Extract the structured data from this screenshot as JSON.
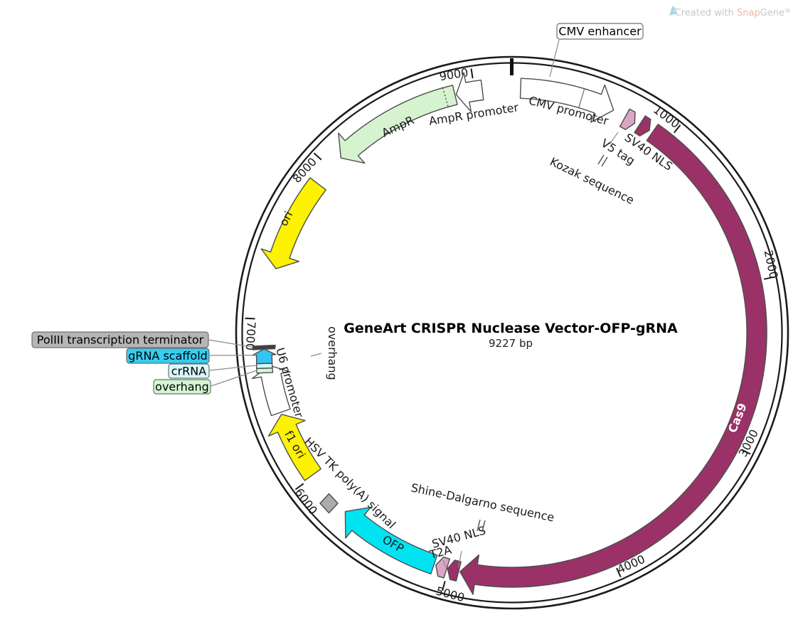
{
  "watermark": {
    "created_with": "Created with ",
    "brand_snap": "Snap",
    "brand_gene": "Gene",
    "registered": "®",
    "icon_color": "#a9d7ea",
    "snap_color": "#f2b3ab",
    "gray_color": "#c4c9cf"
  },
  "plasmid": {
    "title": "GeneArt CRISPR Nuclease Vector-OFP-gRNA",
    "size_label": "9227 bp"
  },
  "ticks": [
    "1000",
    "2000",
    "3000",
    "4000",
    "5000",
    "6000",
    "7000",
    "8000",
    "9000"
  ],
  "features": {
    "cmv_enhancer": {
      "label": "CMV enhancer",
      "color": "#ffffff"
    },
    "cmv_promoter": {
      "label": "CMV promoter",
      "color": "#ffffff"
    },
    "v5_tag": {
      "label": "V5 tag",
      "color": "#dba6c4"
    },
    "sv40_nls": {
      "label": "SV40 NLS",
      "color": "#9a3268"
    },
    "kozak": {
      "label": "Kozak sequence"
    },
    "cas9": {
      "label": "Cas9",
      "color": "#9a3268"
    },
    "t2a": {
      "label": "T2A",
      "color": "#dba6c4"
    },
    "ofp": {
      "label": "OFP",
      "color": "#00e4f2"
    },
    "hsv_tk_polya": {
      "label": "HSV TK poly(A) signal",
      "color": "#ababab"
    },
    "shine_dalgarno": {
      "label": "Shine-Dalgarno sequence"
    },
    "f1_ori": {
      "label": "f1 ori",
      "color": "#fdf200"
    },
    "u6_promoter": {
      "label": "U6 promoter",
      "color": "#ffffff"
    },
    "overhang": {
      "label": "overhang",
      "color": "#d4f7d4"
    },
    "crrna": {
      "label": "crRNA",
      "color": "#d6f7fb"
    },
    "grna_scaffold": {
      "label": "gRNA scaffold",
      "color": "#32c5f0"
    },
    "poliii_terminator": {
      "label": "PolIII transcription terminator",
      "color": "#3f3f3f"
    },
    "ori": {
      "label": "ori",
      "color": "#fdf200"
    },
    "ampr": {
      "label": "AmpR",
      "color": "#d6f3d0"
    },
    "ampr_promoter": {
      "label": "AmpR promoter",
      "color": "#ffffff"
    }
  },
  "box_colors": {
    "poliii": "#b5b5b5",
    "grna_scaffold": "#35cdf2",
    "crrna": "#d8f8fc",
    "overhang": "#d2f7d2",
    "cmv_enhancer": "#ffffff"
  }
}
